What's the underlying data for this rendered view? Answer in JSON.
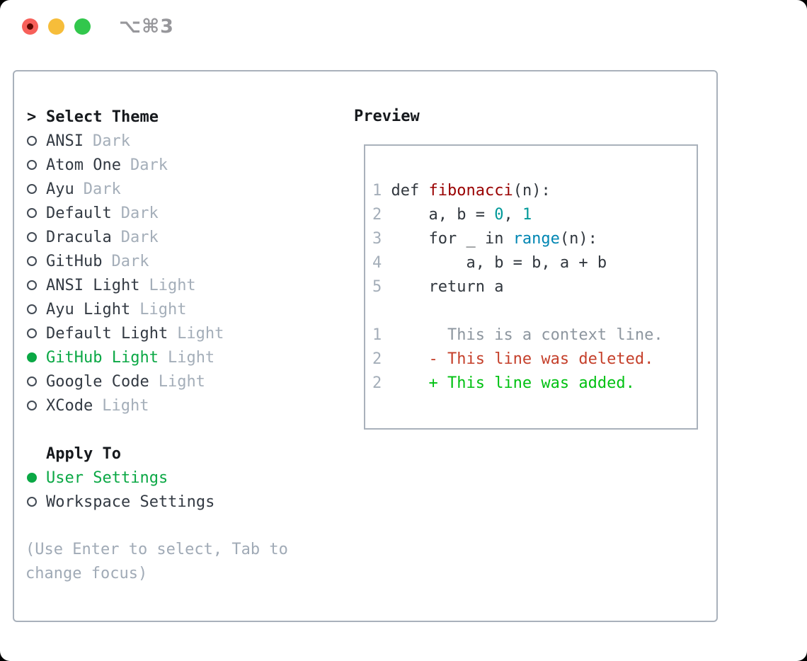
{
  "titlebar": {
    "shortcut": "⌥⌘3",
    "buttons": [
      "close",
      "minimize",
      "zoom"
    ]
  },
  "colors": {
    "accent_green": "#0ba845",
    "diff_added": "#00c112",
    "diff_deleted": "#c5402b",
    "syntax_function": "#990000",
    "syntax_builtin": "#0086b3",
    "syntax_number": "#009999",
    "muted_gray": "#a4aeb9",
    "panel_border": "#a9b1bb",
    "traffic_red": "#f7605a",
    "traffic_yellow": "#f6bd3a",
    "traffic_green": "#32c74c"
  },
  "selector": {
    "title_marker": ">",
    "title": "Select Theme",
    "themes": [
      {
        "label": "ANSI",
        "variant": "Dark",
        "selected": false
      },
      {
        "label": "Atom One",
        "variant": "Dark",
        "selected": false
      },
      {
        "label": "Ayu",
        "variant": "Dark",
        "selected": false
      },
      {
        "label": "Default",
        "variant": "Dark",
        "selected": false
      },
      {
        "label": "Dracula",
        "variant": "Dark",
        "selected": false
      },
      {
        "label": "GitHub",
        "variant": "Dark",
        "selected": false
      },
      {
        "label": "ANSI Light",
        "variant": "Light",
        "selected": false
      },
      {
        "label": "Ayu Light",
        "variant": "Light",
        "selected": false
      },
      {
        "label": "Default Light",
        "variant": "Light",
        "selected": false
      },
      {
        "label": "GitHub Light",
        "variant": "Light",
        "selected": true
      },
      {
        "label": "Google Code",
        "variant": "Light",
        "selected": false
      },
      {
        "label": "XCode",
        "variant": "Light",
        "selected": false
      }
    ],
    "apply_to": {
      "title": "Apply To",
      "options": [
        {
          "label": "User Settings",
          "selected": true
        },
        {
          "label": "Workspace Settings",
          "selected": false
        }
      ]
    },
    "hint_line1": "(Use Enter to select, Tab to",
    "hint_line2": "change focus)"
  },
  "preview": {
    "title": "Preview",
    "code_lines": [
      {
        "num": "1",
        "segments": [
          [
            "def ",
            "plain"
          ],
          [
            "fibonacci",
            "function"
          ],
          [
            "(n):",
            "plain"
          ]
        ]
      },
      {
        "num": "2",
        "segments": [
          [
            "    a, b = ",
            "plain"
          ],
          [
            "0",
            "number"
          ],
          [
            ", ",
            "plain"
          ],
          [
            "1",
            "number"
          ]
        ]
      },
      {
        "num": "3",
        "segments": [
          [
            "    for _ in ",
            "plain"
          ],
          [
            "range",
            "builtin"
          ],
          [
            "(n):",
            "plain"
          ]
        ]
      },
      {
        "num": "4",
        "segments": [
          [
            "        a, b = b, a + b",
            "plain"
          ]
        ]
      },
      {
        "num": "5",
        "segments": [
          [
            "    return a",
            "plain"
          ]
        ]
      }
    ],
    "diff_lines": [
      {
        "num": "1",
        "text": "      This is a context line.",
        "kind": "context"
      },
      {
        "num": "2",
        "text": "    - This line was deleted.",
        "kind": "deleted"
      },
      {
        "num": "2",
        "text": "    + This line was added.",
        "kind": "added"
      }
    ]
  }
}
